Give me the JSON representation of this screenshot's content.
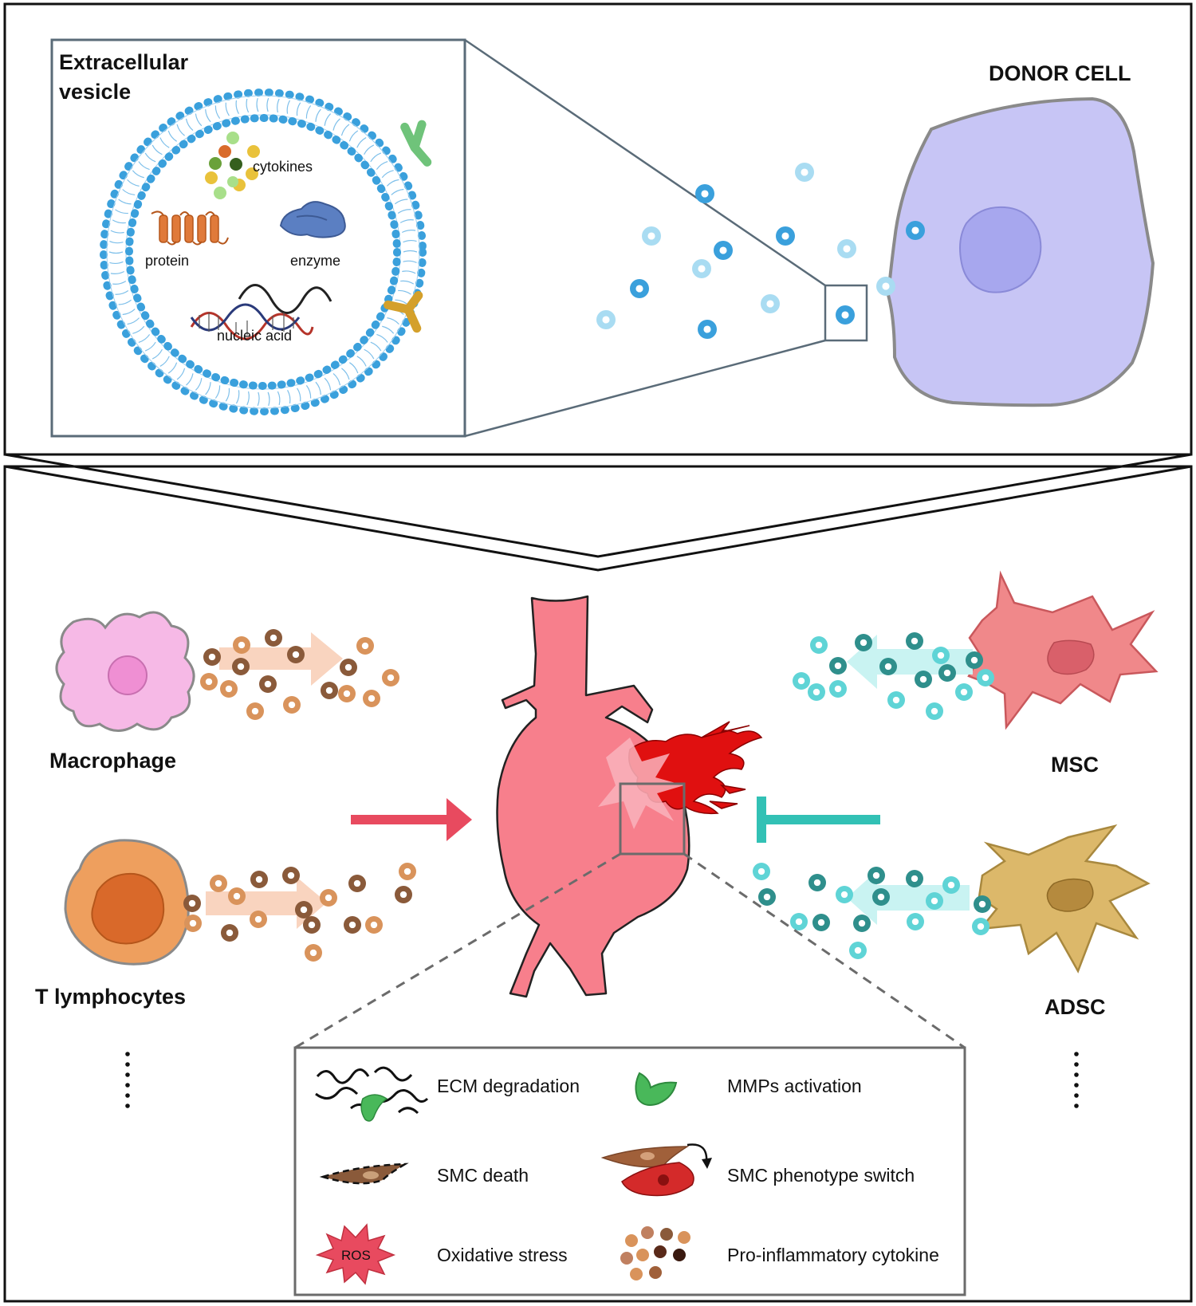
{
  "top_panel": {
    "vesicle_title_line1": "Extracellular",
    "vesicle_title_line2": "vesicle",
    "labels": {
      "cytokines": "cytokines",
      "protein": "protein",
      "enzyme": "enzyme",
      "nucleic_acid": "nucleic acid"
    },
    "donor_cell_label": "DONOR CELL"
  },
  "bottom_panel": {
    "macrophage_label": "Macrophage",
    "t_lymphocytes_label": "T lymphocytes",
    "msc_label": "MSC",
    "adsc_label": "ADSC",
    "legend": [
      {
        "label": "ECM degradation"
      },
      {
        "label": "MMPs activation"
      },
      {
        "label": "SMC death"
      },
      {
        "label": "SMC phenotype switch"
      },
      {
        "label": "Oxidative stress"
      },
      {
        "label": "Pro-inflammatory cytokine"
      }
    ],
    "ros_label": "ROS"
  },
  "colors": {
    "border": "#111111",
    "inset_border": "#5a6b78",
    "membrane_blue": "#3aa0dc",
    "donor_cell_fill": "#c7c5f5",
    "nucleus_fill": "#a7a7ee",
    "aorta_fill": "#f77f8c",
    "rupture_red": "#e01010",
    "promote_arrow": "#e84a5f",
    "inhibit_bar": "#32c1b5",
    "macrophage_fill": "#f6b9e6",
    "t_cell_fill": "#ee9f5e",
    "msc_fill": "#f0888a",
    "adsc_fill": "#dcb86a",
    "teal_vesicle": "#2f8f8c",
    "cyan_vesicle": "#5fd4d6",
    "brown_vesicle": "#8a5a3a",
    "orange_vesicle": "#d9935b"
  }
}
